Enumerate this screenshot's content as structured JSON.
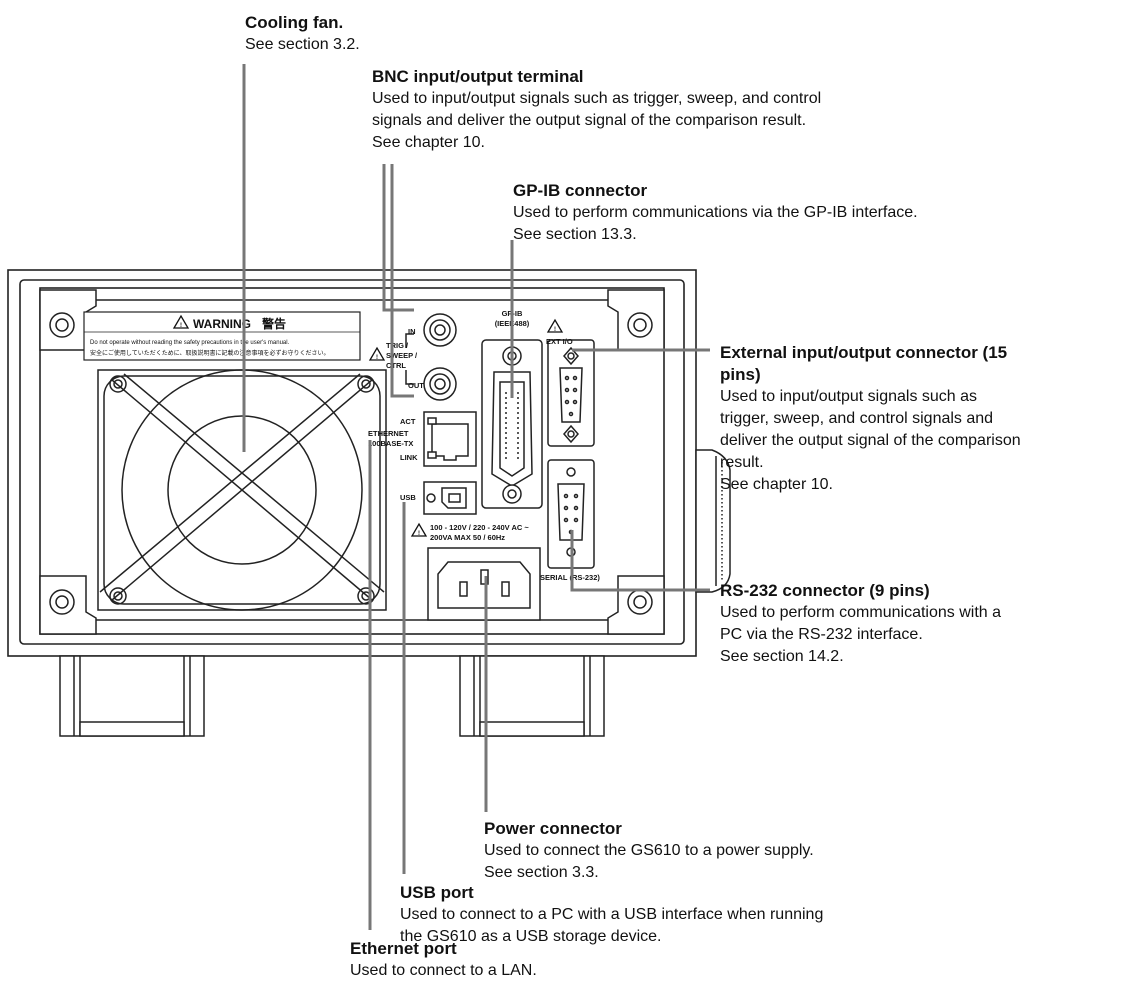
{
  "panel": {
    "warning_title": "WARNING",
    "warning_title_jp": "警告",
    "warning_text_en": "Do not operate without reading the safety precautions in the user's manual.",
    "warning_text_jp": "安全にご使用していただくために、取扱説明書に記載の注意事項を必ずお守りください。",
    "trig_label_1": "TRIG /",
    "trig_label_2": "SWEEP /",
    "trig_label_3": "CTRL",
    "in_label": "IN",
    "out_label": "OUT",
    "gpib_label_1": "GP-IB",
    "gpib_label_2": "(IEEE488)",
    "extio_label": "EXT I/O",
    "act_label": "ACT",
    "link_label": "LINK",
    "ethernet_label_1": "ETHERNET",
    "ethernet_label_2": "100BASE-TX",
    "usb_label": "USB",
    "power_rating_1": "100 - 120V / 220 - 240V AC ~",
    "power_rating_2": "200VA MAX   50 / 60Hz",
    "serial_label": "SERIAL (RS-232)"
  },
  "callouts": {
    "cooling_fan": {
      "title": "Cooling fan.",
      "ref": "See section 3.2."
    },
    "bnc": {
      "title": "BNC input/output terminal",
      "desc": "Used to input/output signals such as trigger, sweep, and control\nsignals and deliver the output signal of the comparison result.",
      "ref": "See chapter 10."
    },
    "gpib": {
      "title": "GP-IB connector",
      "desc": "Used to perform communications via the GP-IB interface.",
      "ref": "See section 13.3."
    },
    "extio": {
      "title": "External input/output connector (15\npins)",
      "desc": "Used to input/output signals such as\ntrigger, sweep, and control signals and\ndeliver the output signal of the comparison\nresult.",
      "ref": "See chapter 10."
    },
    "rs232": {
      "title": "RS-232 connector (9 pins)",
      "desc": "Used to perform communications with a\nPC via the RS-232 interface.",
      "ref": "See section 14.2."
    },
    "power": {
      "title": "Power connector",
      "desc": "Used to connect the GS610 to a power supply.",
      "ref": "See section 3.3."
    },
    "usb": {
      "title": "USB port",
      "desc": "Used to connect to a PC with a USB interface when running\nthe GS610 as a USB storage device."
    },
    "ethernet": {
      "title": "Ethernet port",
      "desc": "Used to connect to a LAN."
    }
  }
}
